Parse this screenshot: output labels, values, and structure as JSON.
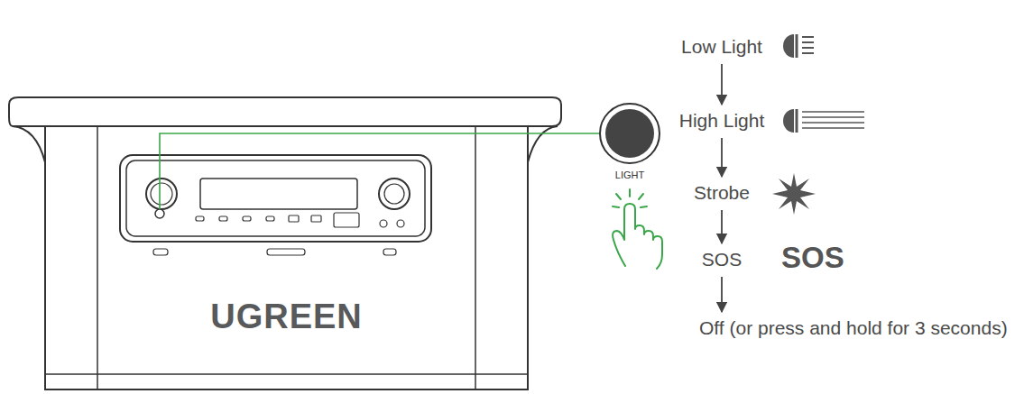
{
  "diagram": {
    "nodes": [
      {
        "text": [
          "UGREEN"
        ]
      },
      {
        "text": [
          "LIGHT"
        ]
      },
      {
        "text": [
          "Low Light"
        ]
      },
      {
        "text": [
          "High Light"
        ]
      },
      {
        "text": [
          "Strobe"
        ]
      },
      {
        "text": [
          "SOS"
        ]
      },
      {
        "text": [
          "Off (or press and hold for 3 seconds)"
        ]
      }
    ],
    "edges": [
      {
        "from": 2,
        "to": 3,
        "arrow": "to"
      },
      {
        "from": 3,
        "to": 4,
        "arrow": "to"
      },
      {
        "from": 4,
        "to": 5,
        "arrow": "to"
      },
      {
        "from": 5,
        "to": 6,
        "arrow": "to"
      }
    ],
    "labels": [
      "SOS"
    ]
  }
}
